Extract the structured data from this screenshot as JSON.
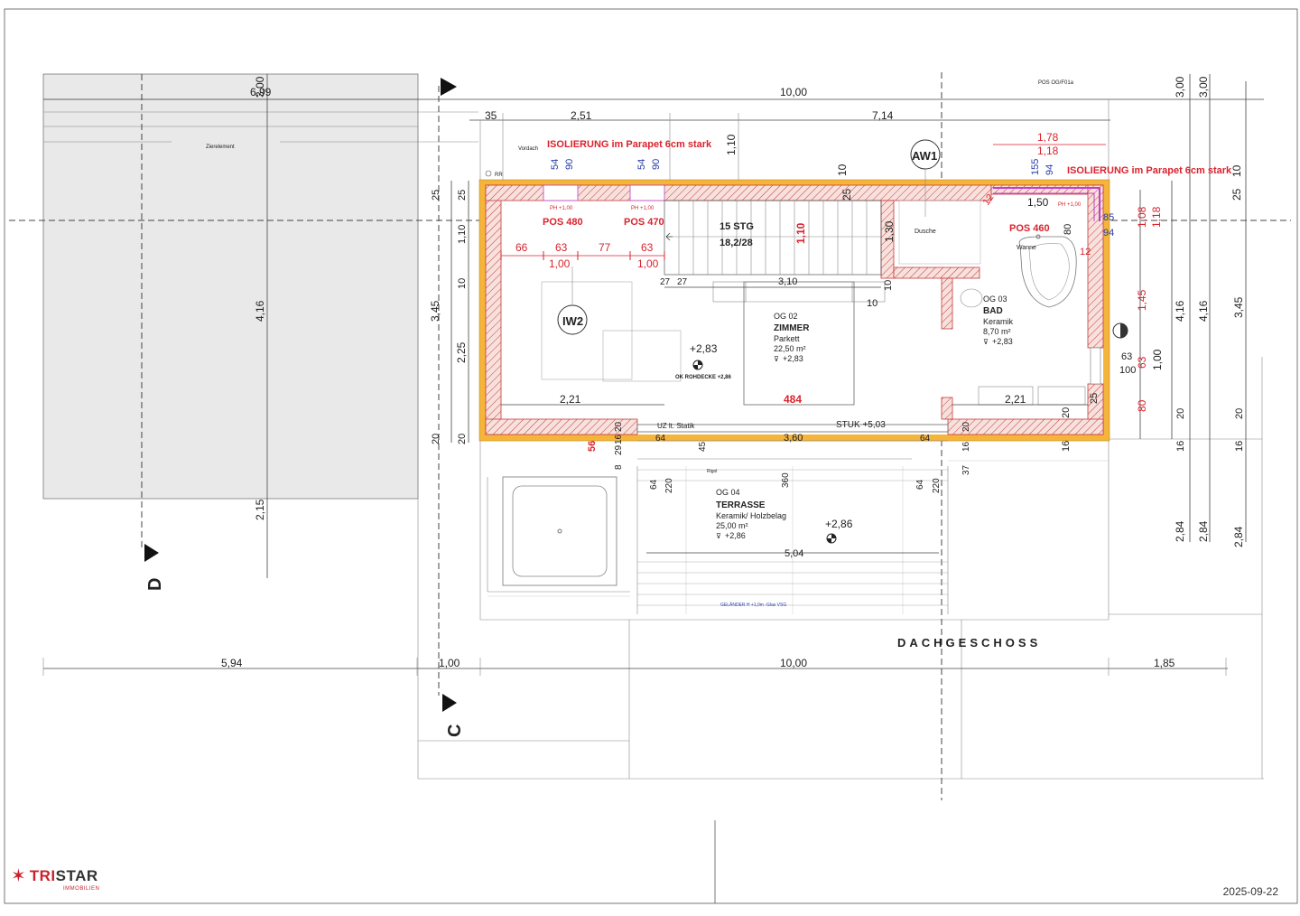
{
  "sheet": {
    "floor_title": "DACHGESCHOSS",
    "date": "2025-09-22",
    "pos_code": "POS OG/F01a"
  },
  "brand": {
    "name_part1": "TRI",
    "name_part2": "STAR",
    "sub": "IMMOBILIEN",
    "accent": "#c8232c"
  },
  "dims": {
    "top_total_left": "6,99",
    "top_total": "10,00",
    "top_35": "35",
    "top_251": "2,51",
    "top_714": "7,14",
    "top_110": "1,10",
    "right_300a": "3,00",
    "right_300b": "3,00",
    "bottom_594": "5,94",
    "bottom_100": "1,00",
    "bottom_1000": "10,00",
    "bottom_185": "1,85",
    "left_416": "4,16",
    "left_215": "2,15",
    "left_345": "3,45",
    "left_225": "2,25",
    "left_25a": "25",
    "left_25b": "25",
    "left_110": "1,10",
    "left_10": "10",
    "left_20a": "20",
    "left_20b": "20",
    "right_416a": "4,16",
    "right_416b": "4,16",
    "right_345": "3,45",
    "right_284a": "2,84",
    "right_284b": "2,84",
    "right_284c": "2,84",
    "right_25": "25",
    "right_10": "10",
    "right_20": "20",
    "right_16": "16",
    "right_100": "1,00",
    "d_66": "66",
    "d_63a": "63",
    "d_77": "77",
    "d_63b": "63",
    "d_100a": "1,00",
    "d_100b": "1,00",
    "d_54a": "54",
    "d_90a": "90",
    "d_54b": "54",
    "d_90b": "90",
    "d_178": "1,78",
    "d_118": "1,18",
    "d_155": "155",
    "d_94": "94",
    "d_150": "1,50",
    "d_80": "80",
    "d_85": "85",
    "d_94b": "94",
    "d_108": "1,08",
    "d_118b": "1,18",
    "d_145": "1,45",
    "d_12a": "12",
    "d_12b": "12",
    "d_63c": "63",
    "d_100c": "100",
    "d_63d": "63",
    "d_80b": "80",
    "d_27a": "27",
    "d_27b": "27",
    "d_310": "3,10",
    "d_10a": "10",
    "d_10b": "10",
    "d_130": "1,30",
    "d_10c": "10",
    "d_25c": "25",
    "d_10d": "10",
    "d_221a": "2,21",
    "d_221b": "2,21",
    "d_484": "484",
    "d_20c": "20",
    "d_16a": "16",
    "d_20d": "20",
    "d_25d": "25",
    "d_20e": "20",
    "d_56": "56",
    "d_29": "29",
    "d_8": "8",
    "d_64a": "64",
    "d_45": "45",
    "d_360a": "3,60",
    "d_64b": "64",
    "d_16b": "16",
    "d_37": "37",
    "d_64c": "64",
    "d_220a": "220",
    "d_360b": "360",
    "d_64d": "64",
    "d_220b": "220",
    "d_504": "5,04"
  },
  "labels": {
    "vordach": "Vordach",
    "zierelement": "Zierelement",
    "rr": "RR",
    "isol_left": "ISOLIERUNG im Parapet 6cm stark",
    "isol_right": "ISOLIERUNG im Parapet 6cm stark",
    "ph_a": "PH +1,00",
    "ph_b": "PH +1,00",
    "ph_c": "PH +1,00",
    "pos480": "POS 480",
    "pos470": "POS 470",
    "pos460": "POS 460",
    "stairs_a": "15 STG",
    "stairs_b": "18,2/28",
    "dusche": "Dusche",
    "wanne": "Wanne",
    "aw1": "AW1",
    "iw2": "IW2",
    "lvl_283": "+2,83",
    "ok_rohdecke": "OK ROHDECKE +2,86",
    "uz": "UZ lt. Statik",
    "stuk": "STUK +5,03",
    "rigol": "Rigol",
    "gelaender": "GELÄNDER H +1,0m -Glas VSG",
    "lvl_286": "+2,86",
    "sec_d": "D",
    "sec_c": "C"
  },
  "rooms": {
    "zimmer": {
      "code": "OG 02",
      "name": "ZIMMER",
      "floor": "Parkett",
      "area": "22,50 m²",
      "level": "+2,83"
    },
    "bad": {
      "code": "OG 03",
      "name": "BAD",
      "floor": "Keramik",
      "area": "8,70 m²",
      "level": "+2,83"
    },
    "terrasse": {
      "code": "OG 04",
      "name": "TERRASSE",
      "floor": "Keramik/ Holzbelag",
      "area": "25,00 m²",
      "level": "+2,86"
    }
  },
  "colors": {
    "wall_red": "#c63a3a",
    "insulation": "#f5b43a",
    "annotation_red": "#d9232e",
    "annotation_blue": "#2b3fa8",
    "magenta": "#c040c8",
    "grey_area": "#e9e9e9"
  }
}
